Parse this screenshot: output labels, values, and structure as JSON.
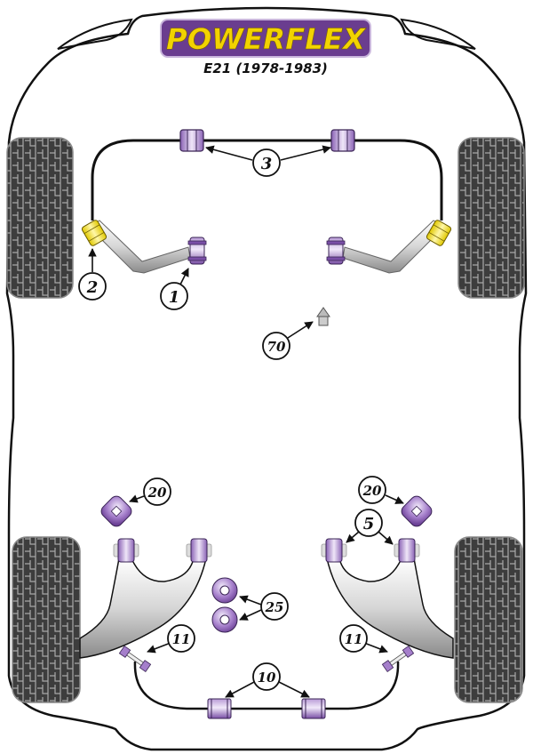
{
  "brand": {
    "logo_text": "POWERFLEX",
    "model": "E21 (1978-1983)",
    "colors": {
      "logo_bg": "#6a3d8f",
      "logo_text": "#f2d300",
      "bush_purple": "#8c63b5",
      "bush_yellow": "#f4e21a",
      "tyre": "#3d3d3d",
      "arm_grey": "#c8c8c8",
      "outline": "#111111"
    }
  },
  "callouts": [
    {
      "id": "c1",
      "label": "1",
      "part": "Front wishbone inner bush"
    },
    {
      "id": "c2",
      "label": "2",
      "part": "Front wishbone outer bush"
    },
    {
      "id": "c3",
      "label": "3",
      "part": "Front anti roll bar mount"
    },
    {
      "id": "c70",
      "label": "70",
      "part": "Gearbox mount insert"
    },
    {
      "id": "c20l",
      "label": "20",
      "part": "Rear subframe mount"
    },
    {
      "id": "c20r",
      "label": "20",
      "part": "Rear subframe mount"
    },
    {
      "id": "c5",
      "label": "5",
      "part": "Rear trailing arm bush"
    },
    {
      "id": "c25",
      "label": "25",
      "part": "Diff mount"
    },
    {
      "id": "c11l",
      "label": "11",
      "part": "Rear anti roll bar link"
    },
    {
      "id": "c11r",
      "label": "11",
      "part": "Rear anti roll bar link"
    },
    {
      "id": "c10",
      "label": "10",
      "part": "Rear anti roll bar mount"
    }
  ]
}
